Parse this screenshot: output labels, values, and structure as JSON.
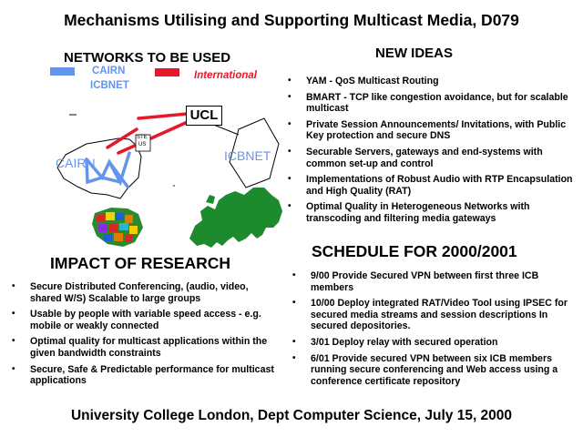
{
  "title": "Mechanisms Utilising and Supporting Multicast Media, D079",
  "networks": {
    "heading": "NETWORKS TO BE USED",
    "legend": [
      {
        "label": "CAIRN",
        "color": "#6495ed"
      },
      {
        "label": "ICBNET",
        "color": "#6495ed"
      },
      {
        "label": "International",
        "color": "#e8182c"
      }
    ],
    "map_labels": {
      "ucl": "UCL",
      "cairn": "CAIRN",
      "icbnet": "ICBNET",
      "tiny1": "STE",
      "tiny2": "US"
    }
  },
  "new_ideas": {
    "heading": "NEW IDEAS",
    "items": [
      "YAM - QoS Multicast Routing",
      "BMART - TCP like congestion avoidance, but for scalable multicast",
      "Private Session Announcements/ Invitations, with Public Key protection and secure DNS",
      "Securable Servers, gateways and end-systems with common set-up and control",
      "Implementations of Robust Audio  with RTP Encapsulation and High Quality (RAT)",
      "Optimal Quality in Heterogeneous Networks with transcoding and filtering media gateways"
    ]
  },
  "impact": {
    "heading": "IMPACT OF RESEARCH",
    "items": [
      "Secure Distributed  Conferencing, (audio, video, shared W/S) Scalable to large groups",
      "Usable by people with variable speed access - e.g. mobile or weakly connected",
      "Optimal quality for multicast applications within the given bandwidth constraints",
      "Secure, Safe & Predictable performance for multicast applications"
    ]
  },
  "schedule": {
    "heading": "SCHEDULE FOR 2000/2001",
    "items": [
      "9/00 Provide Secured VPN between first three ICB members",
      "10/00  Deploy integrated RAT/Video Tool using IPSEC for secured media streams and session descriptions In secured depositories.",
      "3/01 Deploy relay with secured operation",
      "6/01 Provide secured VPN between six ICB members running secure conferencing and Web access using a conference certificate repository"
    ]
  },
  "footer": "University College London, Dept Computer Science, July 15, 2000"
}
